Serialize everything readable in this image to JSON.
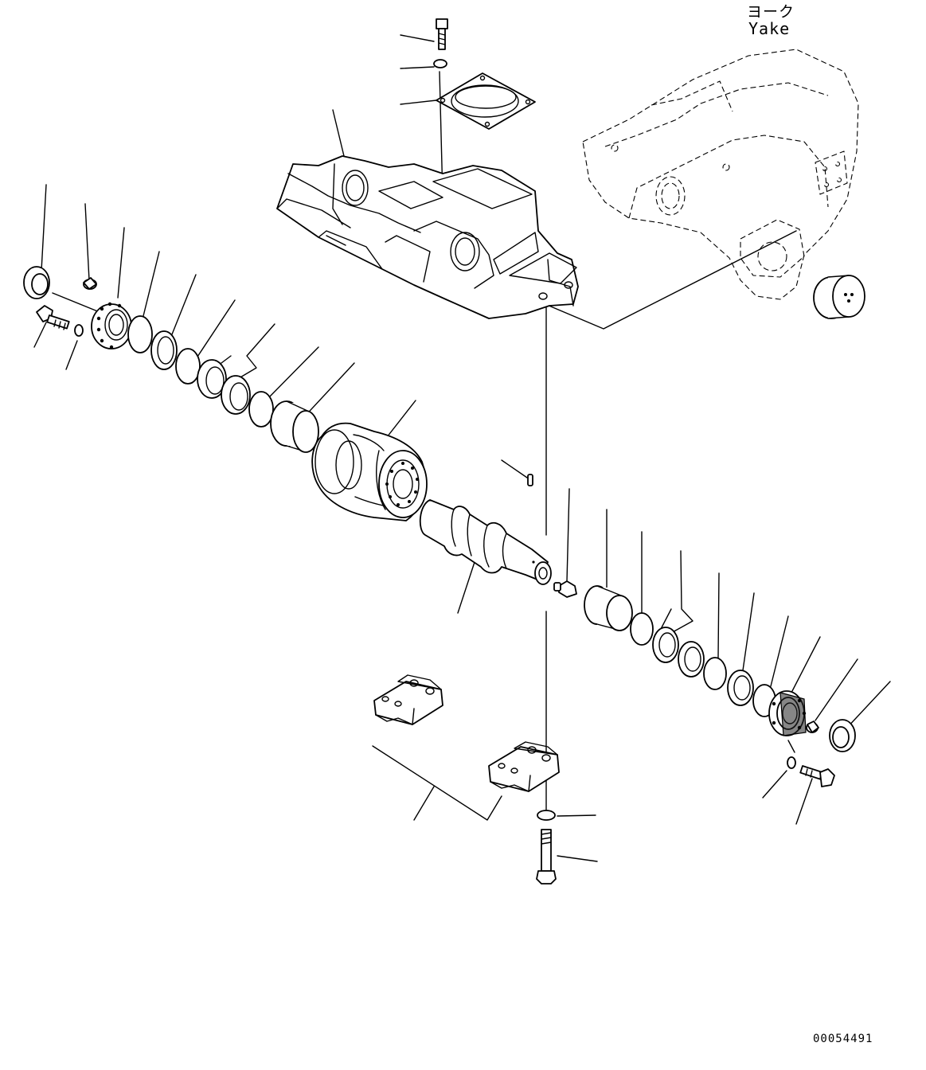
{
  "reference_part": {
    "label_jp": "ヨーク",
    "label_en": "Yake"
  },
  "document": {
    "id": "00054491"
  },
  "colors": {
    "line": "#000000",
    "background": "#ffffff"
  }
}
